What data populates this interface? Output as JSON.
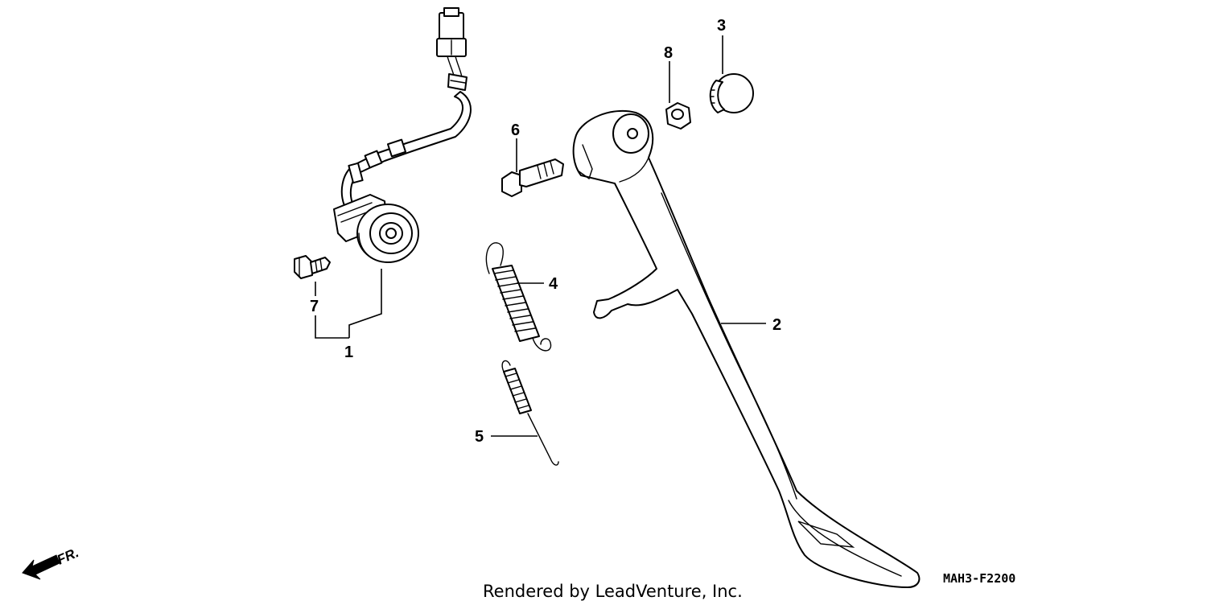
{
  "diagram": {
    "callouts": [
      {
        "id": "1",
        "label": "1"
      },
      {
        "id": "2",
        "label": "2"
      },
      {
        "id": "3",
        "label": "3"
      },
      {
        "id": "4",
        "label": "4"
      },
      {
        "id": "5",
        "label": "5"
      },
      {
        "id": "6",
        "label": "6"
      },
      {
        "id": "7",
        "label": "7"
      },
      {
        "id": "8",
        "label": "8"
      }
    ],
    "direction_label": "FR.",
    "diagram_code": "MAH3-F2200",
    "credit": "Rendered by LeadVenture, Inc.",
    "colors": {
      "ink": "#000000",
      "background": "#ffffff"
    }
  }
}
